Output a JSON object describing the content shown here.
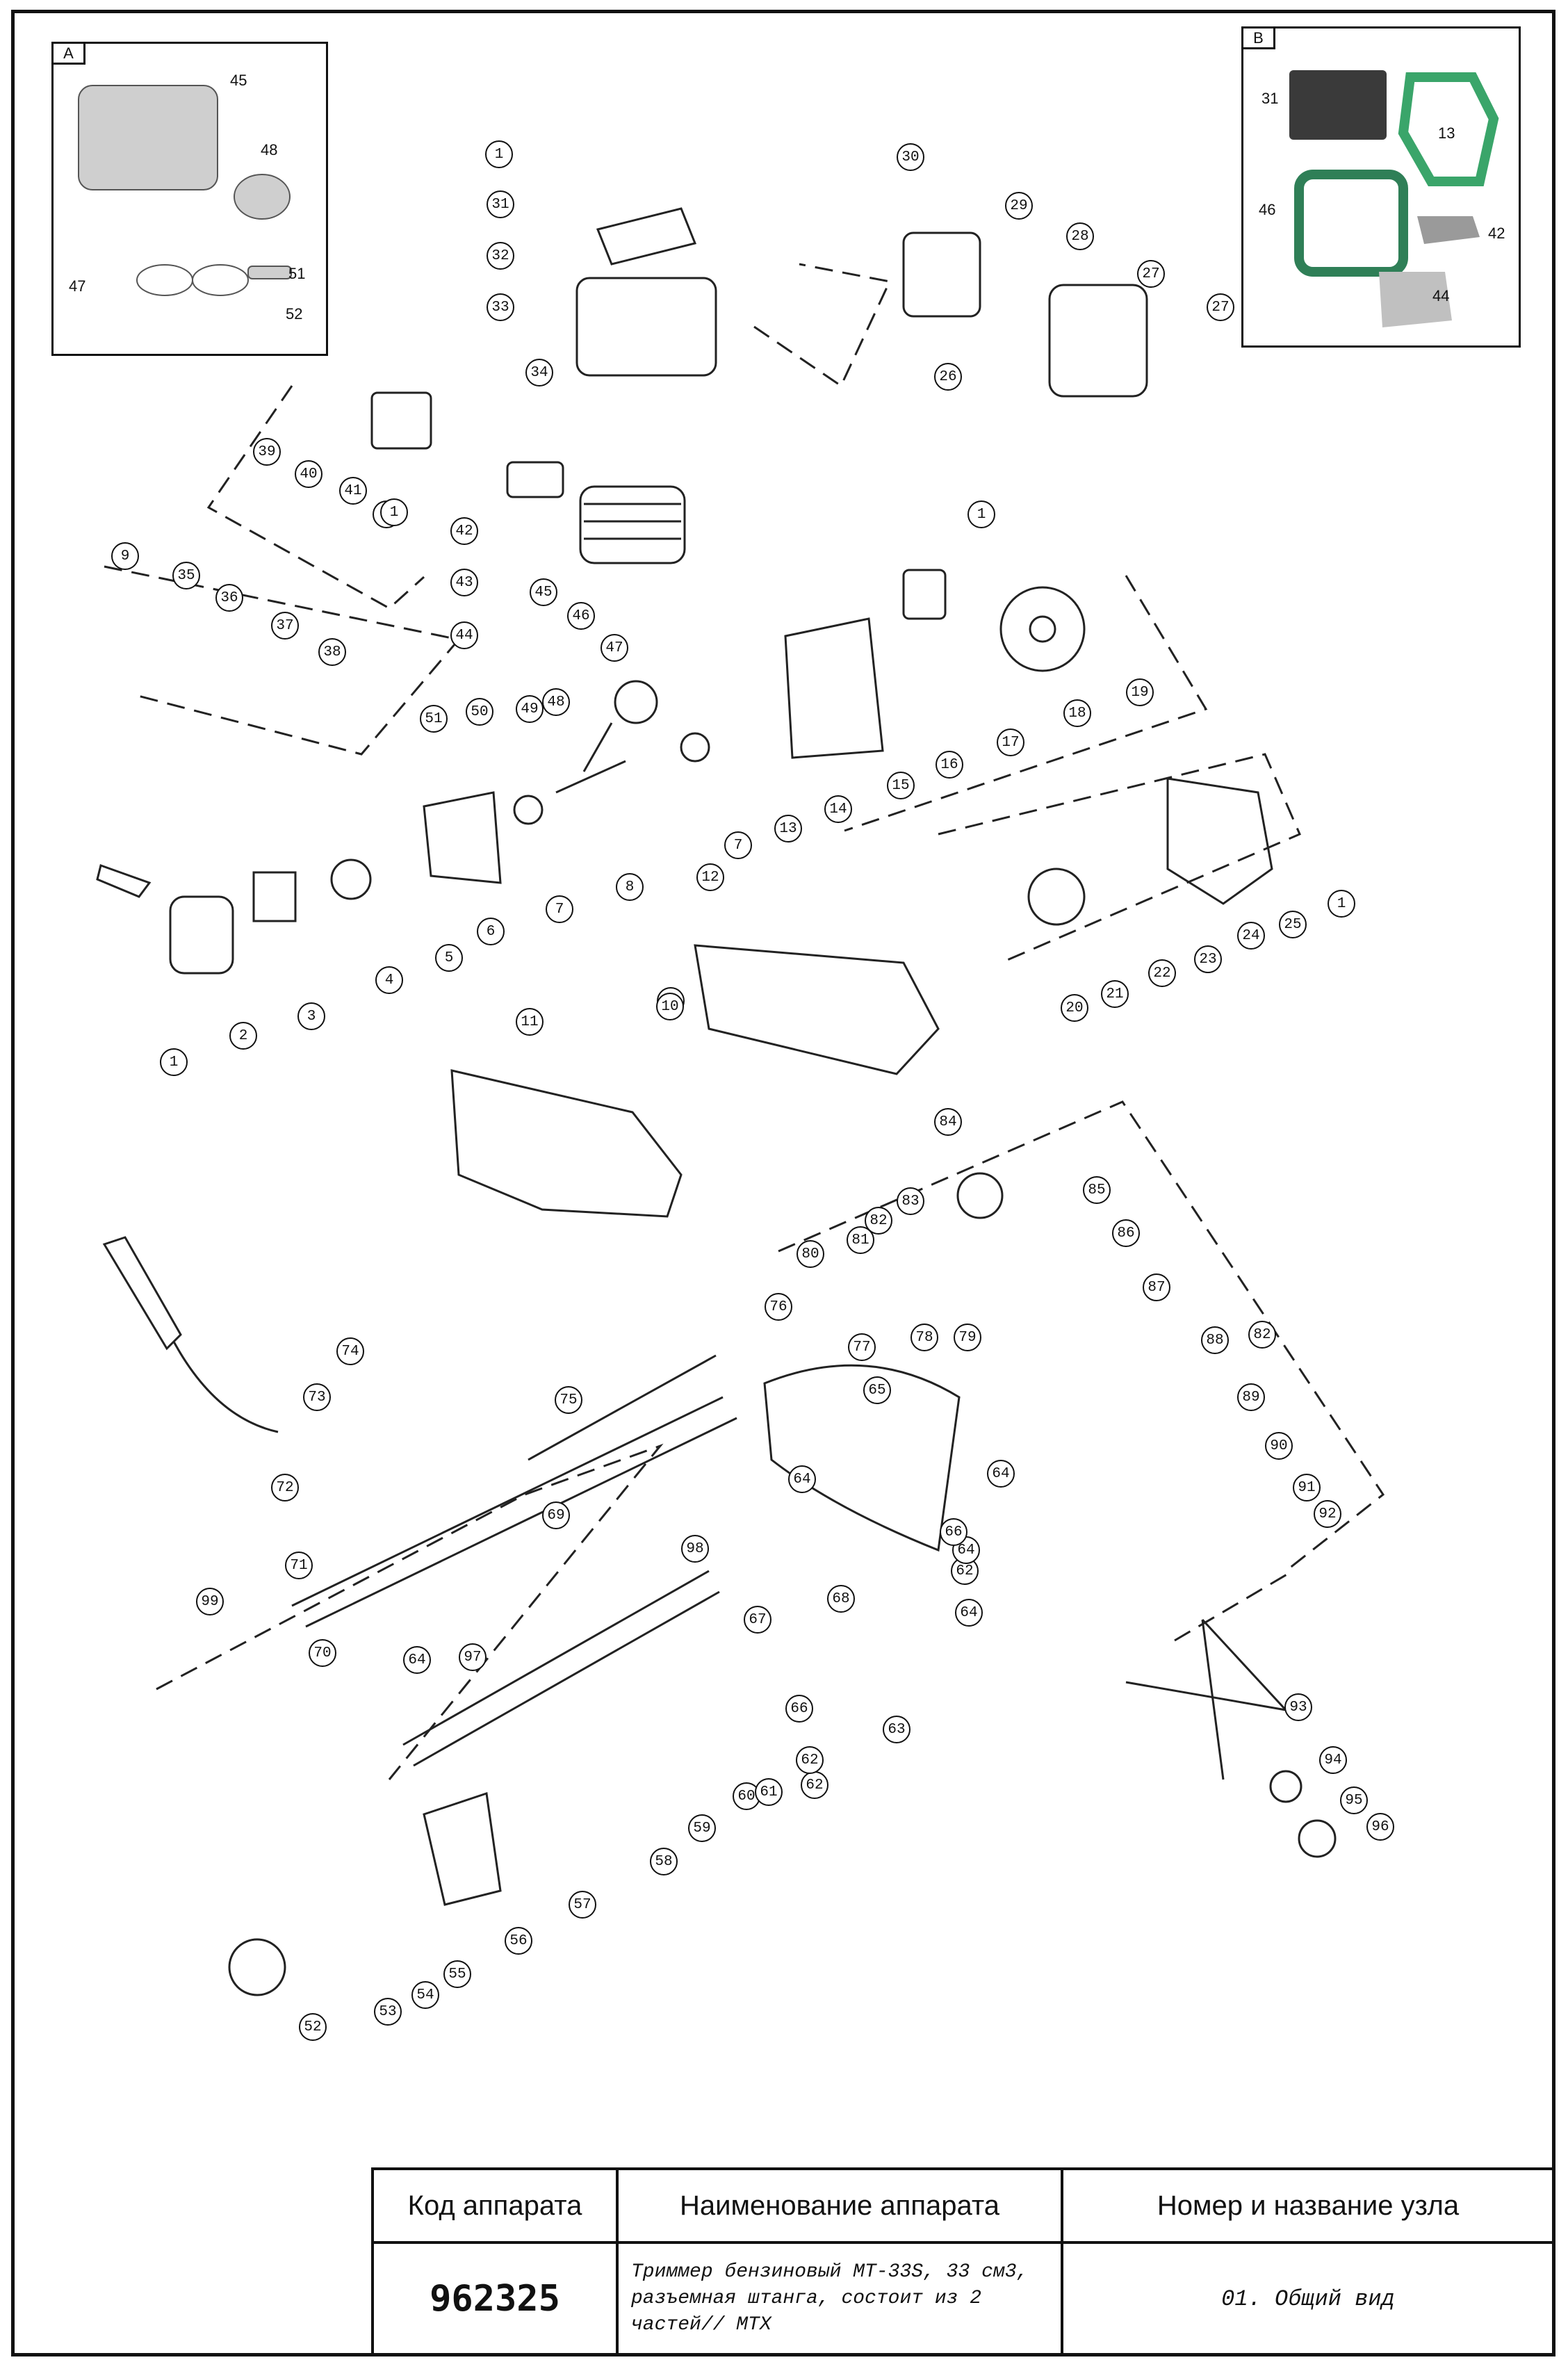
{
  "inset_a": {
    "tag": "A",
    "labels": [
      "45",
      "48",
      "47",
      "51",
      "52"
    ]
  },
  "inset_b": {
    "tag": "B",
    "labels": [
      "31",
      "13",
      "46",
      "42",
      "44"
    ]
  },
  "callouts": [
    "1",
    "1",
    "1",
    "1",
    "1",
    "1",
    "2",
    "3",
    "4",
    "5",
    "6",
    "7",
    "7",
    "8",
    "9",
    "9",
    "10",
    "11",
    "12",
    "13",
    "14",
    "15",
    "16",
    "17",
    "18",
    "19",
    "20",
    "21",
    "22",
    "23",
    "24",
    "25",
    "26",
    "27",
    "27",
    "28",
    "29",
    "30",
    "31",
    "32",
    "33",
    "34",
    "35",
    "36",
    "37",
    "38",
    "39",
    "40",
    "41",
    "42",
    "43",
    "44",
    "45",
    "46",
    "47",
    "48",
    "49",
    "50",
    "51",
    "52",
    "53",
    "54",
    "55",
    "56",
    "57",
    "58",
    "59",
    "60",
    "61",
    "62",
    "62",
    "62",
    "63",
    "64",
    "64",
    "64",
    "64",
    "64",
    "65",
    "66",
    "66",
    "67",
    "68",
    "69",
    "70",
    "71",
    "72",
    "73",
    "74",
    "75",
    "76",
    "77",
    "78",
    "79",
    "80",
    "81",
    "82",
    "82",
    "83",
    "84",
    "85",
    "86",
    "87",
    "88",
    "89",
    "90",
    "91",
    "92",
    "93",
    "94",
    "95",
    "96",
    "97",
    "98",
    "99"
  ],
  "title_block": {
    "col1_header": "Код аппарата",
    "col2_header": "Наименование аппарата",
    "col3_header": "Номер и название узла",
    "code": "962325",
    "name": "Триммер бензиновый MT-33S, 33 см3, разъемная штанга, состоит из 2 частей// MTX",
    "node": "01. Общий вид"
  }
}
